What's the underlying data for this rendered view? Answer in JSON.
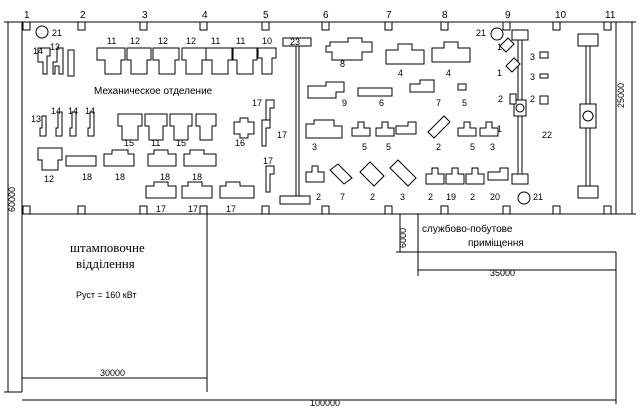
{
  "axis_labels": [
    "1",
    "2",
    "3",
    "4",
    "5",
    "6",
    "7",
    "8",
    "9",
    "10",
    "11"
  ],
  "texts": {
    "dept_title": "Механическое отделение",
    "stamping_line1": "штамповочне",
    "stamping_line2": "відділення",
    "power": "Руст = 160 кВт",
    "service_line1": "службово-побутове",
    "service_line2": "приміщення"
  },
  "dimensions": {
    "height_total": "60000",
    "height_bay": "25000",
    "service_depth": "6000",
    "stamping_width": "30000",
    "service_width": "35000",
    "total_width": "100000"
  },
  "equipment_numbers": {
    "row1": [
      "14",
      "13",
      "11",
      "12",
      "12",
      "12",
      "11",
      "11",
      "10"
    ],
    "row2": [
      "13",
      "14",
      "14",
      "14",
      "15",
      "11",
      "15",
      "16",
      "17",
      "17"
    ],
    "row3": [
      "12",
      "18",
      "18",
      "18",
      "18",
      "17",
      "17",
      "17",
      "17"
    ],
    "center": [
      "23",
      "8",
      "4",
      "4",
      "9",
      "6",
      "7",
      "5",
      "3",
      "5",
      "5",
      "2",
      "5",
      "3",
      "2",
      "7",
      "2",
      "3",
      "2",
      "19",
      "2",
      "20",
      "22"
    ],
    "right": [
      "21",
      "21",
      "21",
      "1",
      "1",
      "3",
      "3",
      "2",
      "2",
      "1"
    ]
  },
  "colors": {
    "line": "#000000",
    "background": "#ffffff"
  }
}
